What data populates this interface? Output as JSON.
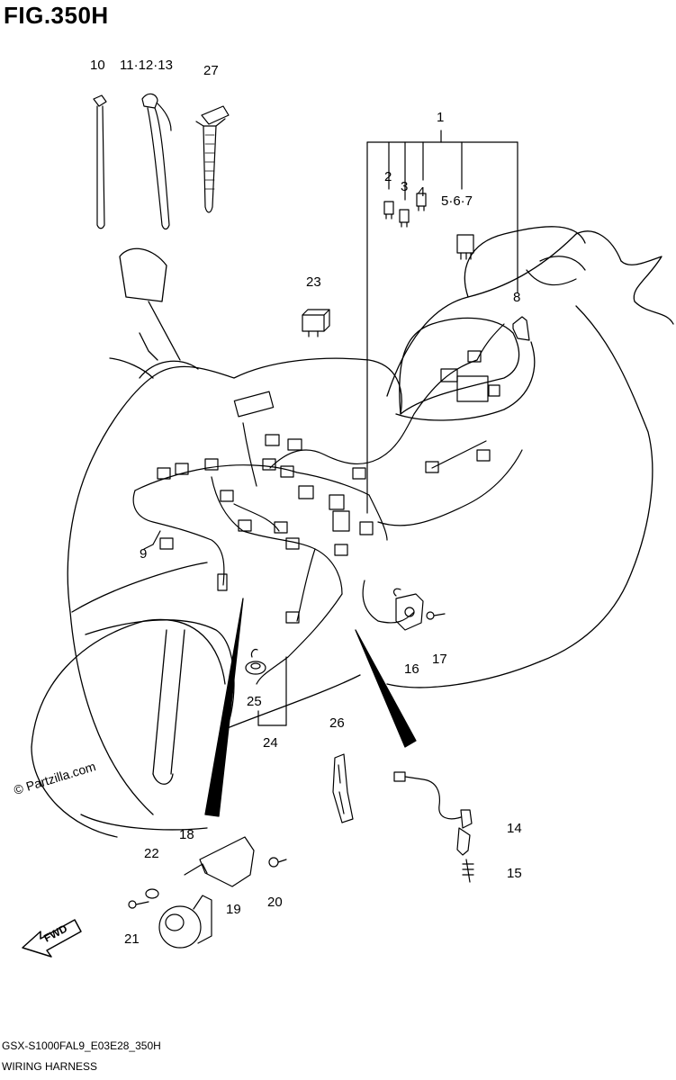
{
  "figure": {
    "title": "FIG.350H",
    "code": "GSX-S1000FAL9_E03E28_350H",
    "name": "WIRING HARNESS",
    "watermark": "© Partzilla.com",
    "fwd_label": "FWD"
  },
  "callouts": [
    {
      "id": "c1",
      "label": "1"
    },
    {
      "id": "c2",
      "label": "2"
    },
    {
      "id": "c3",
      "label": "3"
    },
    {
      "id": "c4",
      "label": "4"
    },
    {
      "id": "c5",
      "label": "5·6·7"
    },
    {
      "id": "c8",
      "label": "8"
    },
    {
      "id": "c9",
      "label": "9"
    },
    {
      "id": "c10",
      "label": "10"
    },
    {
      "id": "c11",
      "label": "11·12·13"
    },
    {
      "id": "c14",
      "label": "14"
    },
    {
      "id": "c15",
      "label": "15"
    },
    {
      "id": "c16",
      "label": "16"
    },
    {
      "id": "c17",
      "label": "17"
    },
    {
      "id": "c18",
      "label": "18"
    },
    {
      "id": "c19",
      "label": "19"
    },
    {
      "id": "c20",
      "label": "20"
    },
    {
      "id": "c21",
      "label": "21"
    },
    {
      "id": "c22",
      "label": "22"
    },
    {
      "id": "c23",
      "label": "23"
    },
    {
      "id": "c24",
      "label": "24"
    },
    {
      "id": "c25",
      "label": "25"
    },
    {
      "id": "c26",
      "label": "26"
    },
    {
      "id": "c27",
      "label": "27"
    }
  ]
}
